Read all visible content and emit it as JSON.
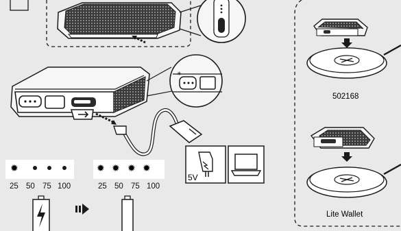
{
  "charging_levels": {
    "before": [
      "25",
      "50",
      "75",
      "100"
    ],
    "after": [
      "25",
      "50",
      "75",
      "100"
    ]
  },
  "sources": {
    "adapter_voltage": "5V"
  },
  "products": [
    {
      "caption": "502168"
    },
    {
      "caption": "Lite Wallet"
    }
  ],
  "colors": {
    "background": "#e9e9e9",
    "line": "#1a1a1a",
    "device_dark": "#2b2b2b",
    "led_panel": "#ffffff"
  },
  "icons": {
    "led_on": "sun-led-icon",
    "led_off": "dot-led-icon",
    "battery_charging": "lightning-battery-icon",
    "arrow": "progress-arrow-icon",
    "wall_adapter": "wall-adapter-icon",
    "laptop": "laptop-icon",
    "qi_pad": "wireless-charger-pad-icon",
    "usb_cable": "usb-cable-icon"
  }
}
